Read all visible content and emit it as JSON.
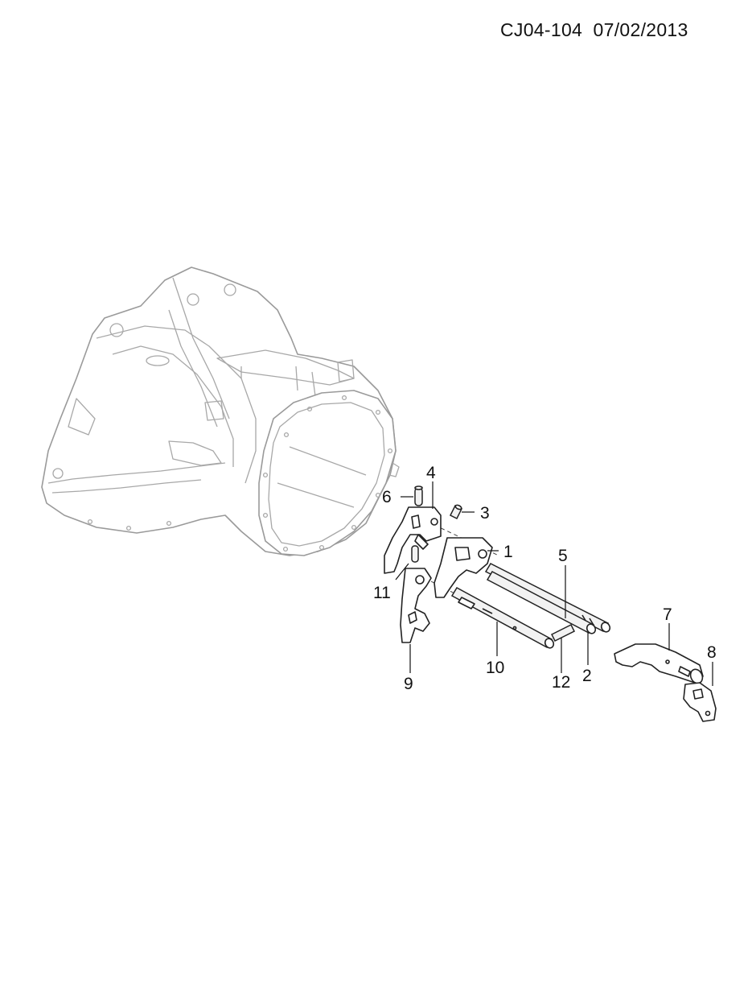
{
  "header": {
    "code_date": "CJ04-104  07/02/2013"
  },
  "callouts": {
    "c1": "1",
    "c2": "2",
    "c3": "3",
    "c4": "4",
    "c5": "5",
    "c6": "6",
    "c7": "7",
    "c8": "8",
    "c9": "9",
    "c10": "10",
    "c11": "11",
    "c12": "12"
  }
}
